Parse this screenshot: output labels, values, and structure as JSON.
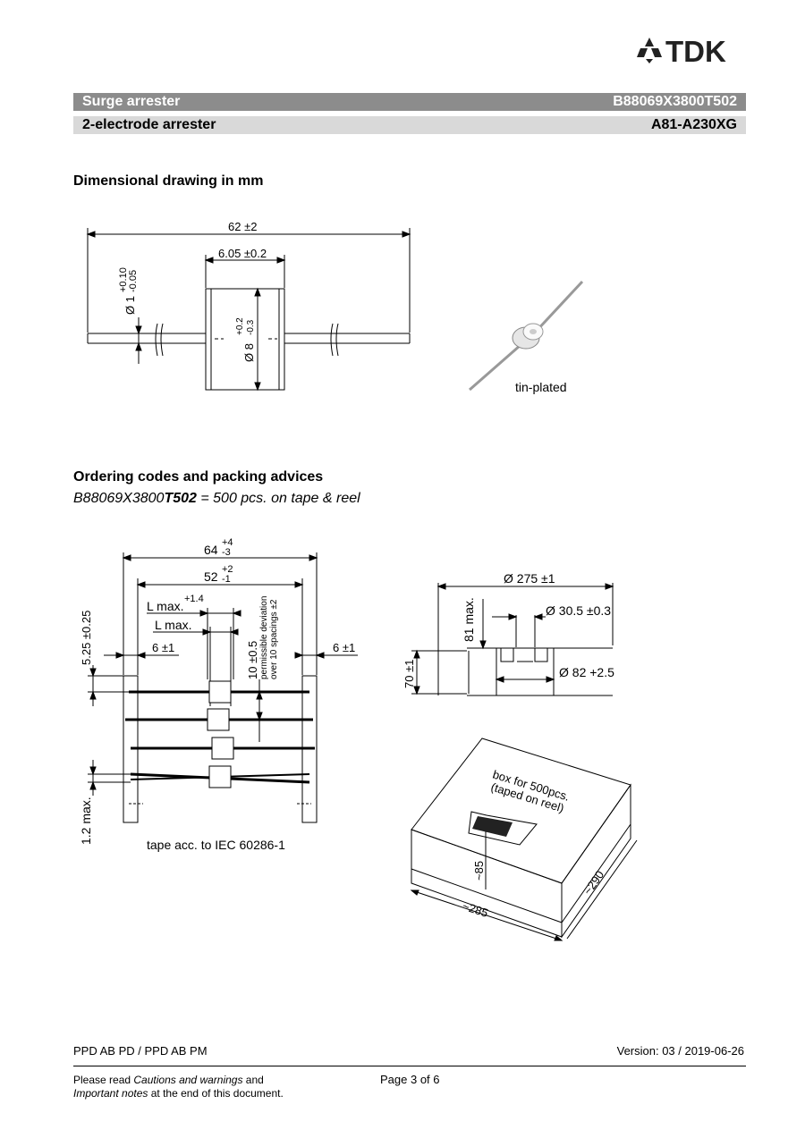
{
  "header": {
    "brand": "TDK",
    "bar1_left": "Surge arrester",
    "bar1_right": "B88069X3800T502",
    "bar2_left": "2-electrode arrester",
    "bar2_right": "A81-A230XG"
  },
  "section1": {
    "title": "Dimensional drawing in mm",
    "dim_length": "62 ±2",
    "dim_body": "6.05 ±0.2",
    "dim_lead_dia": "Ø 1",
    "dim_lead_tol_plus": "+0.10",
    "dim_lead_tol_minus": "-0.05",
    "dim_body_dia": "Ø 8",
    "dim_body_tol_plus": "+0.2",
    "dim_body_tol_minus": "-0.3",
    "label_tin": "tin-plated"
  },
  "section2": {
    "title": "Ordering codes and packing advices",
    "code_prefix": "B88069X3800",
    "code_bold": "T502",
    "code_suffix": " = 500 pcs. on tape & reel"
  },
  "tape": {
    "dim_outer": "64",
    "dim_outer_plus": "+4",
    "dim_outer_minus": "-3",
    "dim_inner": "52",
    "dim_inner_plus": "+2",
    "dim_inner_minus": "-1",
    "l_max_1": "L max.",
    "l_max_1_tol": "+1.4",
    "l_max_2": "L max.",
    "dim_6_left": "6 ±1",
    "dim_6_right": "6 ±1",
    "dim_525": "5.25 ±0.25",
    "dim_10": "10 ±0.5",
    "deviation_1": "permissible deviation",
    "deviation_2": "over 10 spacings ±2",
    "dim_12": "1.2 max.",
    "caption": "tape acc. to IEC 60286-1"
  },
  "reel": {
    "dia_275": "Ø 275 ±1",
    "dia_305": "Ø 30.5 ±0.3",
    "dia_82": "Ø 82 +2.5",
    "h_81": "81 max.",
    "h_70": "70 ±1"
  },
  "box": {
    "label_1": "box for 500pcs.",
    "label_2": "(taped on reel)",
    "dim_85": "~85",
    "dim_285": "~285",
    "dim_290": "~290"
  },
  "footer": {
    "left": "PPD AB PD / PPD AB PM",
    "right": "Version: 03 / 2019-06-26",
    "note_1a": "Please read ",
    "note_1b": "Cautions and warnings",
    "note_1c": " and",
    "note_2a": "Important notes",
    "note_2b": " at the end of this document.",
    "page": "Page 3 of 6"
  }
}
